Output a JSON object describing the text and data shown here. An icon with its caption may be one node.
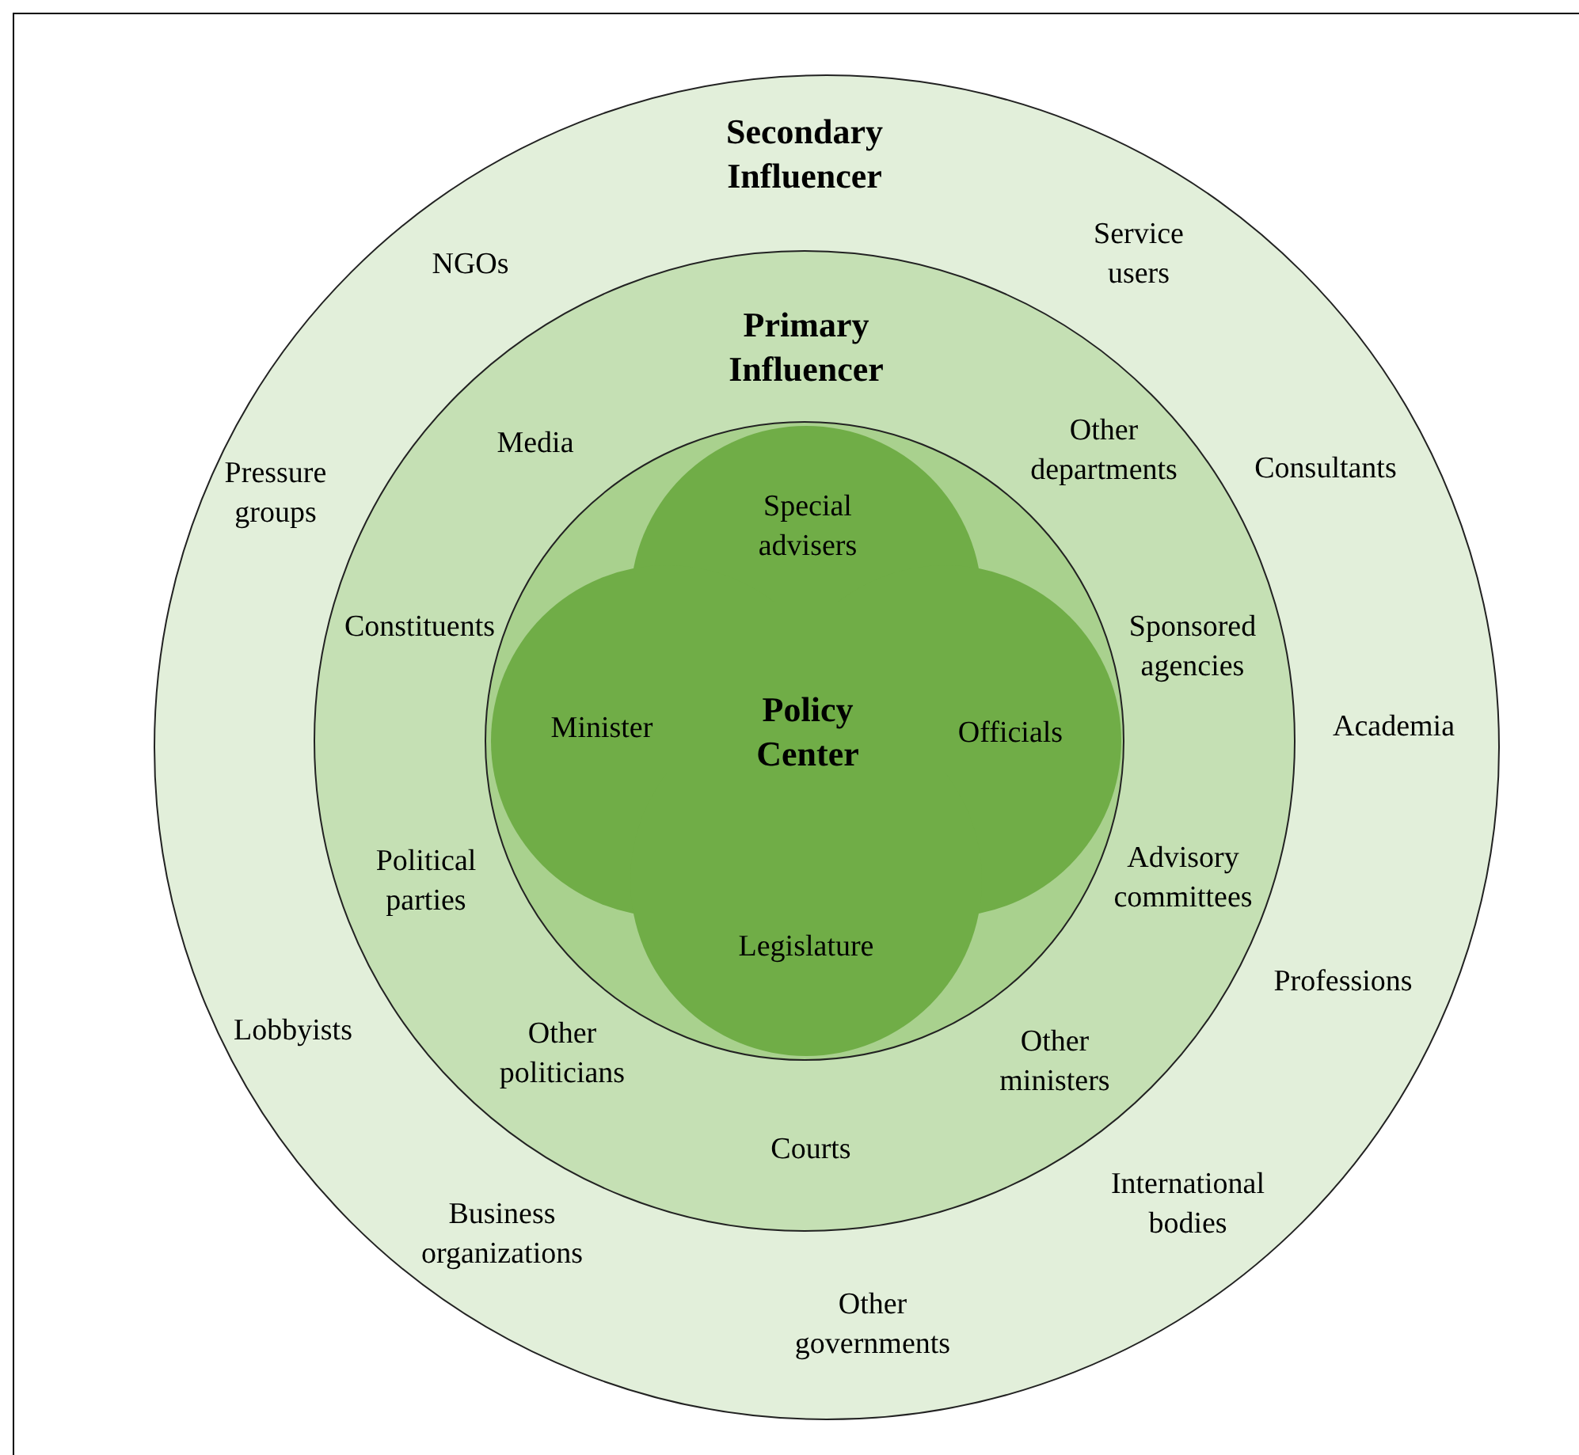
{
  "diagram": {
    "nodes": [
      {
        "text": [
          "Secondary Influencer"
        ]
      },
      {
        "text": [
          "Primary Influencer"
        ],
        "in": 0
      },
      {
        "text": [],
        "shape": "circle",
        "in": 1
      },
      {
        "text": [
          "Policy Center"
        ],
        "in": 2
      }
    ],
    "labels": [
      "NGOs",
      "Service users",
      "Pressure groups",
      "Consultants",
      "Media",
      "Other departments",
      "Special advisers",
      "Constituents",
      "Sponsored agencies",
      "Minister",
      "Officials",
      "Academia",
      "Political parties",
      "Advisory committees",
      "Legislature",
      "Professions",
      "Lobbyists",
      "Other politicians",
      "Other ministers",
      "Courts",
      "International bodies",
      "Business organizations",
      "Other governments"
    ]
  }
}
